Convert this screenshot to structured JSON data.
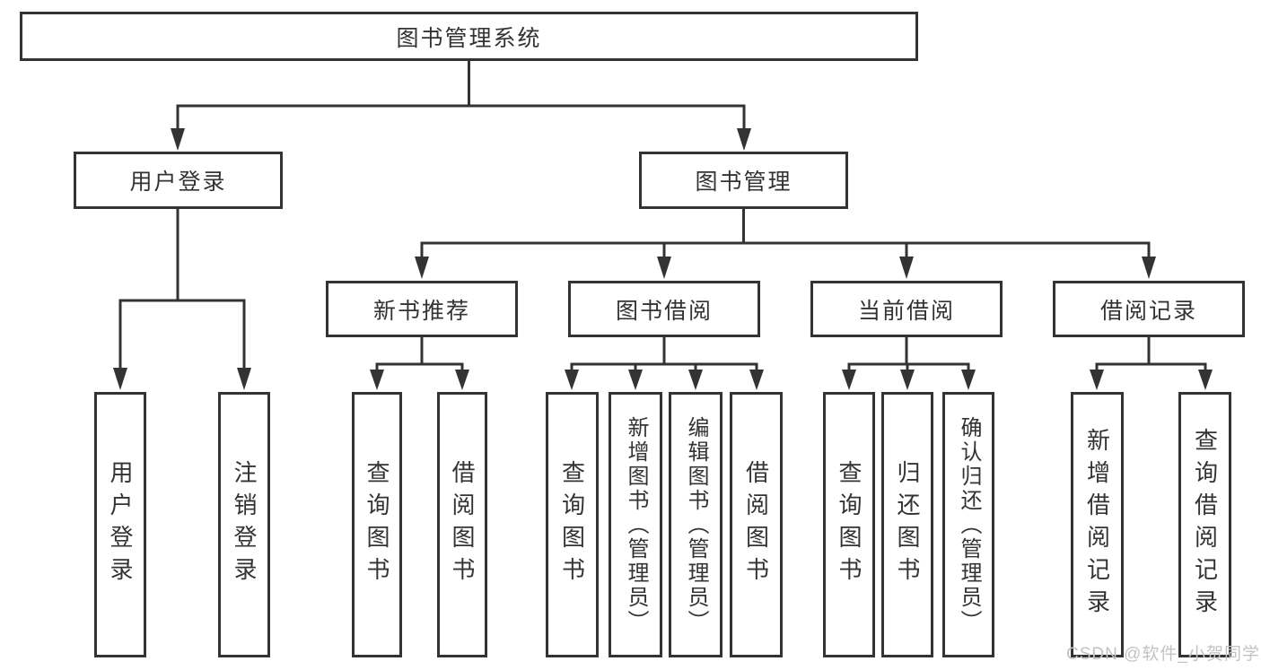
{
  "diagram_type": "hierarchy-tree",
  "colors": {
    "line": "#333333",
    "text": "#333333",
    "box_fill": "#ffffff",
    "background": "#ffffff",
    "watermark": "#c3c3c3"
  },
  "tree": {
    "label": "图书管理系统",
    "children": [
      {
        "label": "用户登录",
        "children": [
          {
            "label": "用户登录"
          },
          {
            "label": "注销登录"
          }
        ]
      },
      {
        "label": "图书管理",
        "children": [
          {
            "label": "新书推荐",
            "children": [
              {
                "label": "查询图书"
              },
              {
                "label": "借阅图书"
              }
            ]
          },
          {
            "label": "图书借阅",
            "children": [
              {
                "label": "查询图书"
              },
              {
                "label": "新增图书（管理员）"
              },
              {
                "label": "编辑图书（管理员）"
              },
              {
                "label": "借阅图书"
              }
            ]
          },
          {
            "label": "当前借阅",
            "children": [
              {
                "label": "查询图书"
              },
              {
                "label": "归还图书"
              },
              {
                "label": "确认归还（管理员）"
              }
            ]
          },
          {
            "label": "借阅记录",
            "children": [
              {
                "label": "新增借阅记录"
              },
              {
                "label": "查询借阅记录"
              }
            ]
          }
        ]
      }
    ]
  },
  "watermark": "CSDN @软件_小贺同学"
}
